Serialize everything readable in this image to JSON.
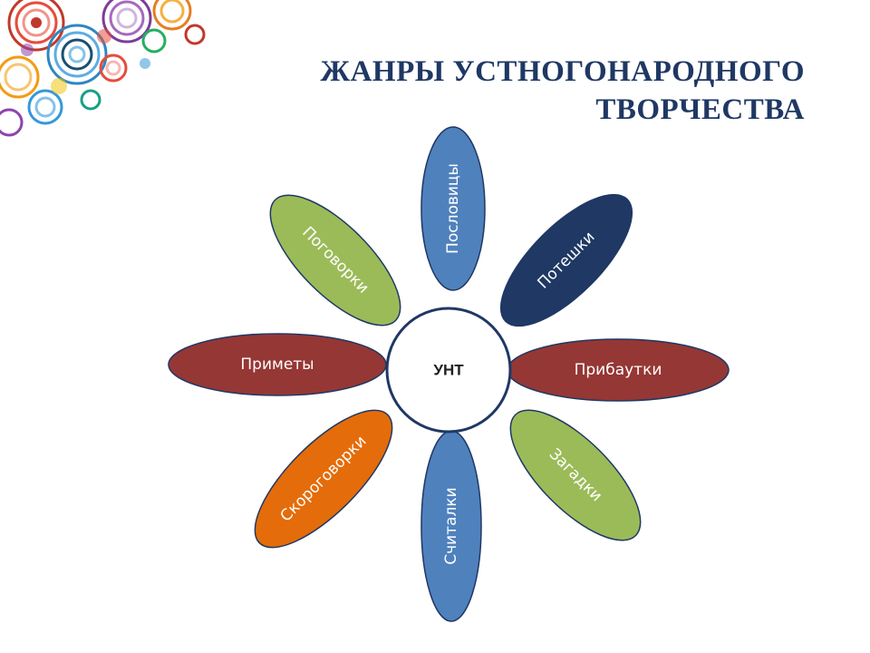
{
  "title": {
    "line1": "ЖАНРЫ УСТНОГОНАРОДНОГО",
    "line2": "ТВОРЧЕСТВА"
  },
  "center": {
    "label": "УНТ"
  },
  "petals": [
    {
      "id": "proverbs",
      "label": "Пословицы",
      "color": "#4f81bd"
    },
    {
      "id": "nursery-rhymes",
      "label": "Потешки",
      "color": "#1f3864"
    },
    {
      "id": "jokes",
      "label": "Прибаутки",
      "color": "#953735"
    },
    {
      "id": "riddles",
      "label": "Загадки",
      "color": "#9bbb59"
    },
    {
      "id": "counting-rhymes",
      "label": "Считалки",
      "color": "#4f81bd"
    },
    {
      "id": "tongue-twisters",
      "label": "Скороговорки",
      "color": "#e46c0a"
    },
    {
      "id": "omens",
      "label": "Приметы",
      "color": "#953735"
    },
    {
      "id": "sayings",
      "label": "Поговорки",
      "color": "#9bbb59"
    }
  ],
  "colors": {
    "title": "#1f3864",
    "outline": "#1f3864",
    "center_fill": "#ffffff",
    "petal_text": "#ffffff"
  }
}
